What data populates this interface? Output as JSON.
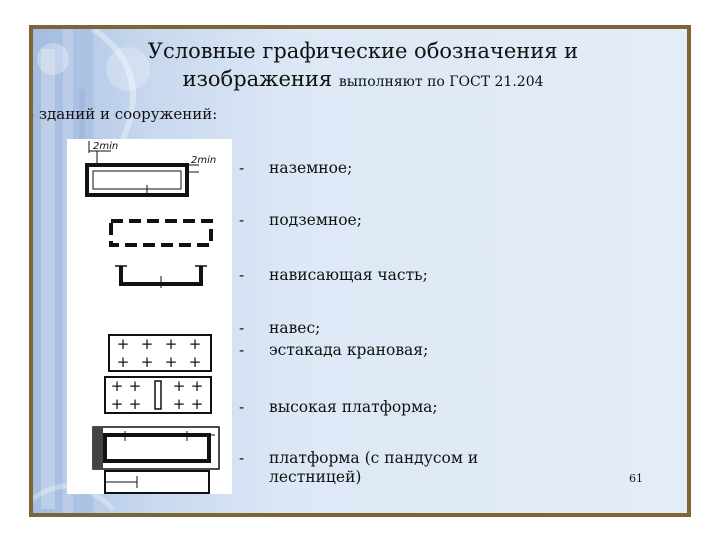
{
  "title": {
    "line1": "Условные графические обозначения и",
    "line2_main": "изображения",
    "line2_small": "выполняют по ГОСТ 21.204"
  },
  "subtitle": "- зданий и сооружений:",
  "legend": {
    "dim_label_top": "2min",
    "dim_label_right": "2min"
  },
  "items": [
    {
      "dash": "-",
      "text": "наземное;"
    },
    {
      "dash": "-",
      "text": "подземное;"
    },
    {
      "dash": "-",
      "text": "нависающая часть;"
    },
    {
      "dash": "-",
      "text": "навес;"
    },
    {
      "dash": "-",
      "text": "эстакада крановая;"
    },
    {
      "dash": "-",
      "text": "высокая платформа;"
    },
    {
      "dash": "-",
      "text": "платформа (с пандусом и",
      "text2": "лестницей)"
    }
  ],
  "page_number": "61",
  "colors": {
    "frame": "#7d6538",
    "background": "#dde8f6"
  }
}
